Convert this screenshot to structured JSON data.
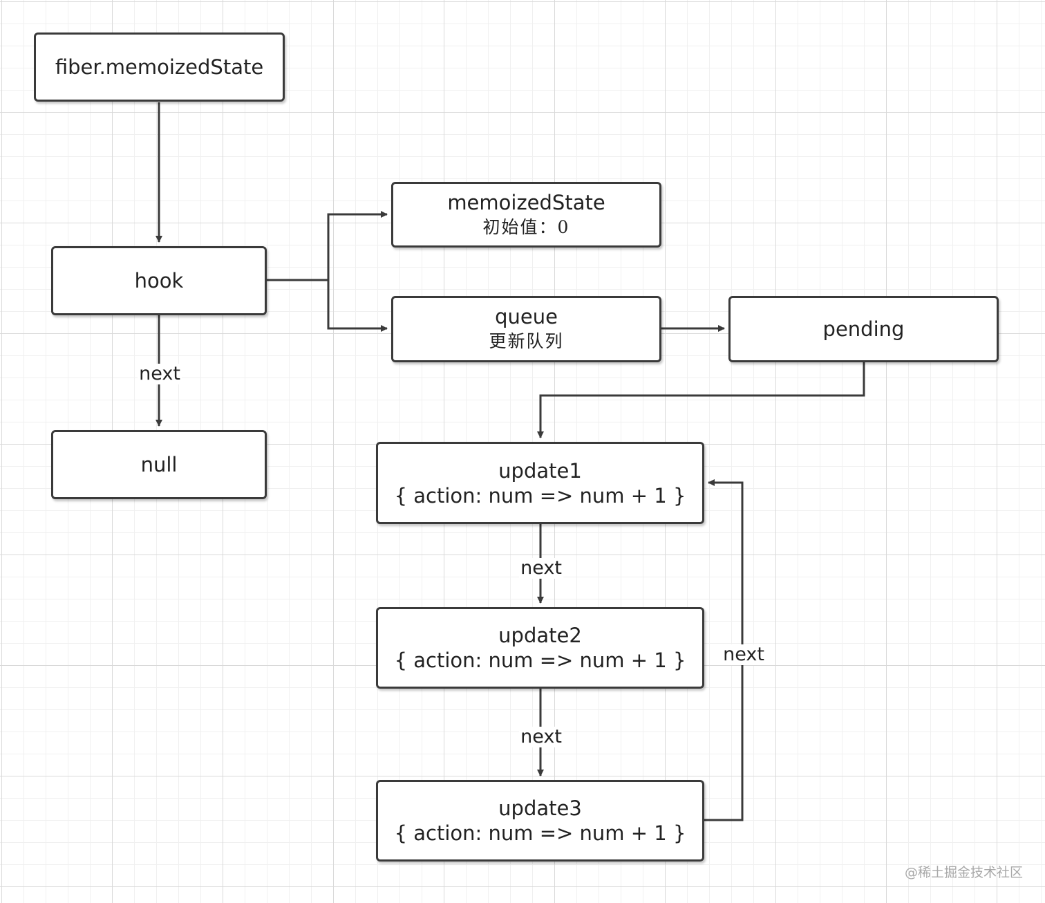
{
  "nodes": {
    "fiber": {
      "title": "fiber.memoizedState"
    },
    "hook": {
      "title": "hook"
    },
    "null": {
      "title": "null"
    },
    "memoized_state": {
      "title": "memoizedState",
      "subtitle": "初始值：0"
    },
    "queue": {
      "title": "queue",
      "subtitle": "更新队列"
    },
    "pending": {
      "title": "pending"
    },
    "update1": {
      "title": "update1",
      "detail": "{ action: num => num + 1 }"
    },
    "update2": {
      "title": "update2",
      "detail": "{ action: num => num + 1 }"
    },
    "update3": {
      "title": "update3",
      "detail": "{ action: num => num + 1 }"
    }
  },
  "edge_labels": {
    "hook_next": "next",
    "update1_next": "next",
    "update2_next": "next",
    "update3_next": "next"
  },
  "watermark": "@稀土掘金技术社区"
}
